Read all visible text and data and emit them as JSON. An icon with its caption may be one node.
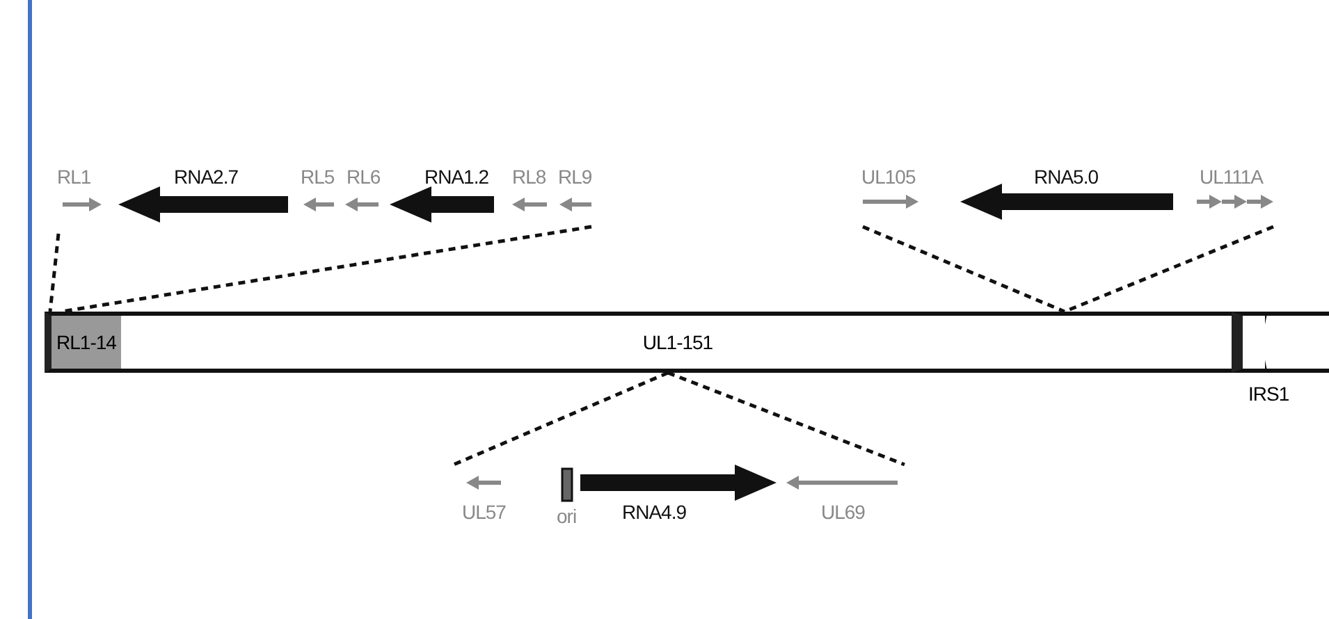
{
  "diagram": {
    "nodes": [
      {
        "text": [
          "RL1-14"
        ]
      },
      {
        "text": [
          "UL1-151"
        ]
      },
      {
        "text": [
          "IRS1"
        ]
      }
    ],
    "labels": [
      "RL1",
      "RNA2.7",
      "RL5",
      "RL6",
      "RNA1.2",
      "RL8",
      "RL9",
      "UL105",
      "RNA5.0",
      "UL111A",
      "UL57",
      "ori",
      "RNA4.9",
      "UL69"
    ]
  }
}
